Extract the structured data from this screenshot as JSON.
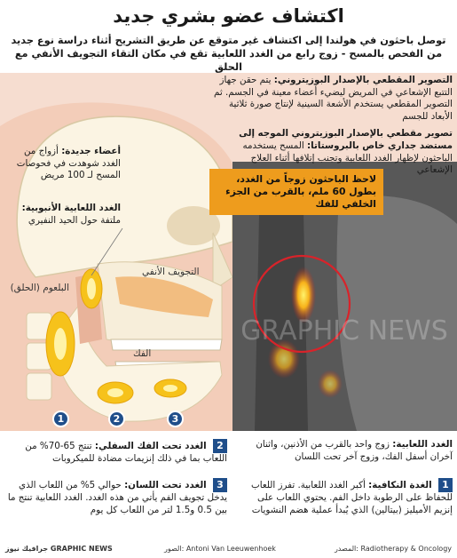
{
  "title": "اكتشاف عضو بشري جديد",
  "intro": "توصل باحثون في هولندا إلى اكتشاف غير متوقع عن طريق التشريح أثناء دراسة نوع جديد من الفحص بالمسح - زوج رابع من الغدد اللعابية تقع في مكان التقاء التجويف الأنفي مع الحلق",
  "info": {
    "spect_heading": "التصوير المقطعي بالإصدار البوزيتروني:",
    "spect_text": "يتم حقن جهاز التتبع الإشعاعي في المريض ليضيء أعضاء معينة في الجسم. ثم التصوير المقطعي يستخدم الأشعة السينية لإنتاج صورة ثلاثية الأبعاد للجسم",
    "psma_heading": "تصوير مقطعي بالإصدار البوزيتروني الموجه إلى مستضد جداري خاص بالبروستاتا:",
    "psma_text": "المسح يستخدمه الباحثون لإظهار الغدد اللعابية وتجنب إتلافها أثناء العلاج الإشعاعي"
  },
  "left_notes": {
    "new_organs_heading": "أعضاء جديدة:",
    "new_organs_text": "أزواج من الغدد شوهدت في فحوصات المسح لـ 100 مريض",
    "tubarial_heading": "الغدد اللعابية الأنبوبية:",
    "tubarial_text": "ملتفة حول الحيد النفيري"
  },
  "callout": "لاحظ الباحثون زوجاً من الغدد، بطول 60 ملم، بالقرب من الجزء الخلفي للفك",
  "labels": {
    "nasal_cavity": "التجويف الأنفي",
    "pharynx": "البلعوم (الحلق)",
    "jaw": "الفك"
  },
  "badges": [
    "1",
    "2",
    "3"
  ],
  "watermark": "GRAPHIC NEWS",
  "bottom": {
    "salivary_heading": "الغدد اللعابية:",
    "salivary_text": "زوج واحد بالقرب من الأذنين، واثنان آخران أسفل الفك، وزوج آخر تحت اللسان",
    "parotid_heading": "الغدة النكافية:",
    "parotid_text": "أكبر الغدد اللعابية. تفرز اللعاب للحفاظ على الرطوبة داخل الفم. يحتوي اللعاب على إنزيم الأميليز (بيتالين) الذي يُبدأ عملية هضم النشويات",
    "submandibular_heading": "الغدد تحت الفك السفلي:",
    "submandibular_text": "تنتج 65-70% من اللعاب بما في ذلك إنزيمات مضادة للميكروبات",
    "sublingual_heading": "الغدد تحت اللسان:",
    "sublingual_text": "حوالي 5% من اللعاب الذي يدخل تجويف الفم يأتي من هذه الغدد. الغدد اللعابية تنتج ما بين 0.5 و1.5 لتر من اللعاب كل يوم"
  },
  "footer": {
    "source": "المصدر: Radiotherapy & Oncology",
    "pictures": "الصور: Antoni Van Leeuwenhoek",
    "credit": "جرافيك نيوز GRAPHIC NEWS"
  },
  "colors": {
    "accent_orange": "#ee9c1d",
    "badge_blue": "#1f4e8a",
    "skin": "#f6ddd0",
    "scan_ring": "#d8232a"
  }
}
